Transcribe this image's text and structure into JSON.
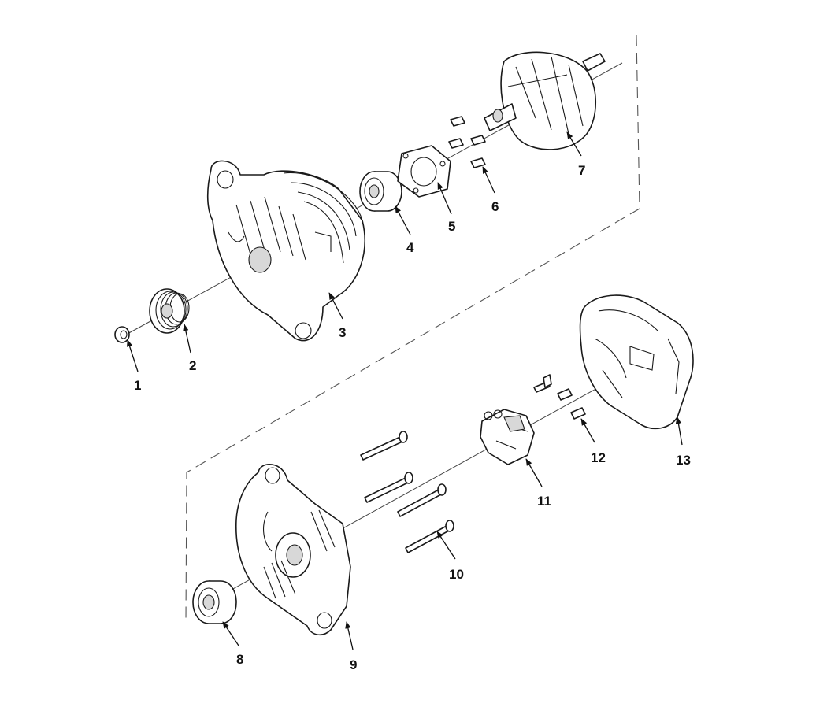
{
  "callouts": [
    "1",
    "2",
    "3",
    "4",
    "5",
    "6",
    "7",
    "8",
    "9",
    "10",
    "11",
    "12",
    "13"
  ],
  "colors": {
    "line": "#1a1a1a",
    "background": "#ffffff",
    "shade": "#d8d8d8"
  }
}
